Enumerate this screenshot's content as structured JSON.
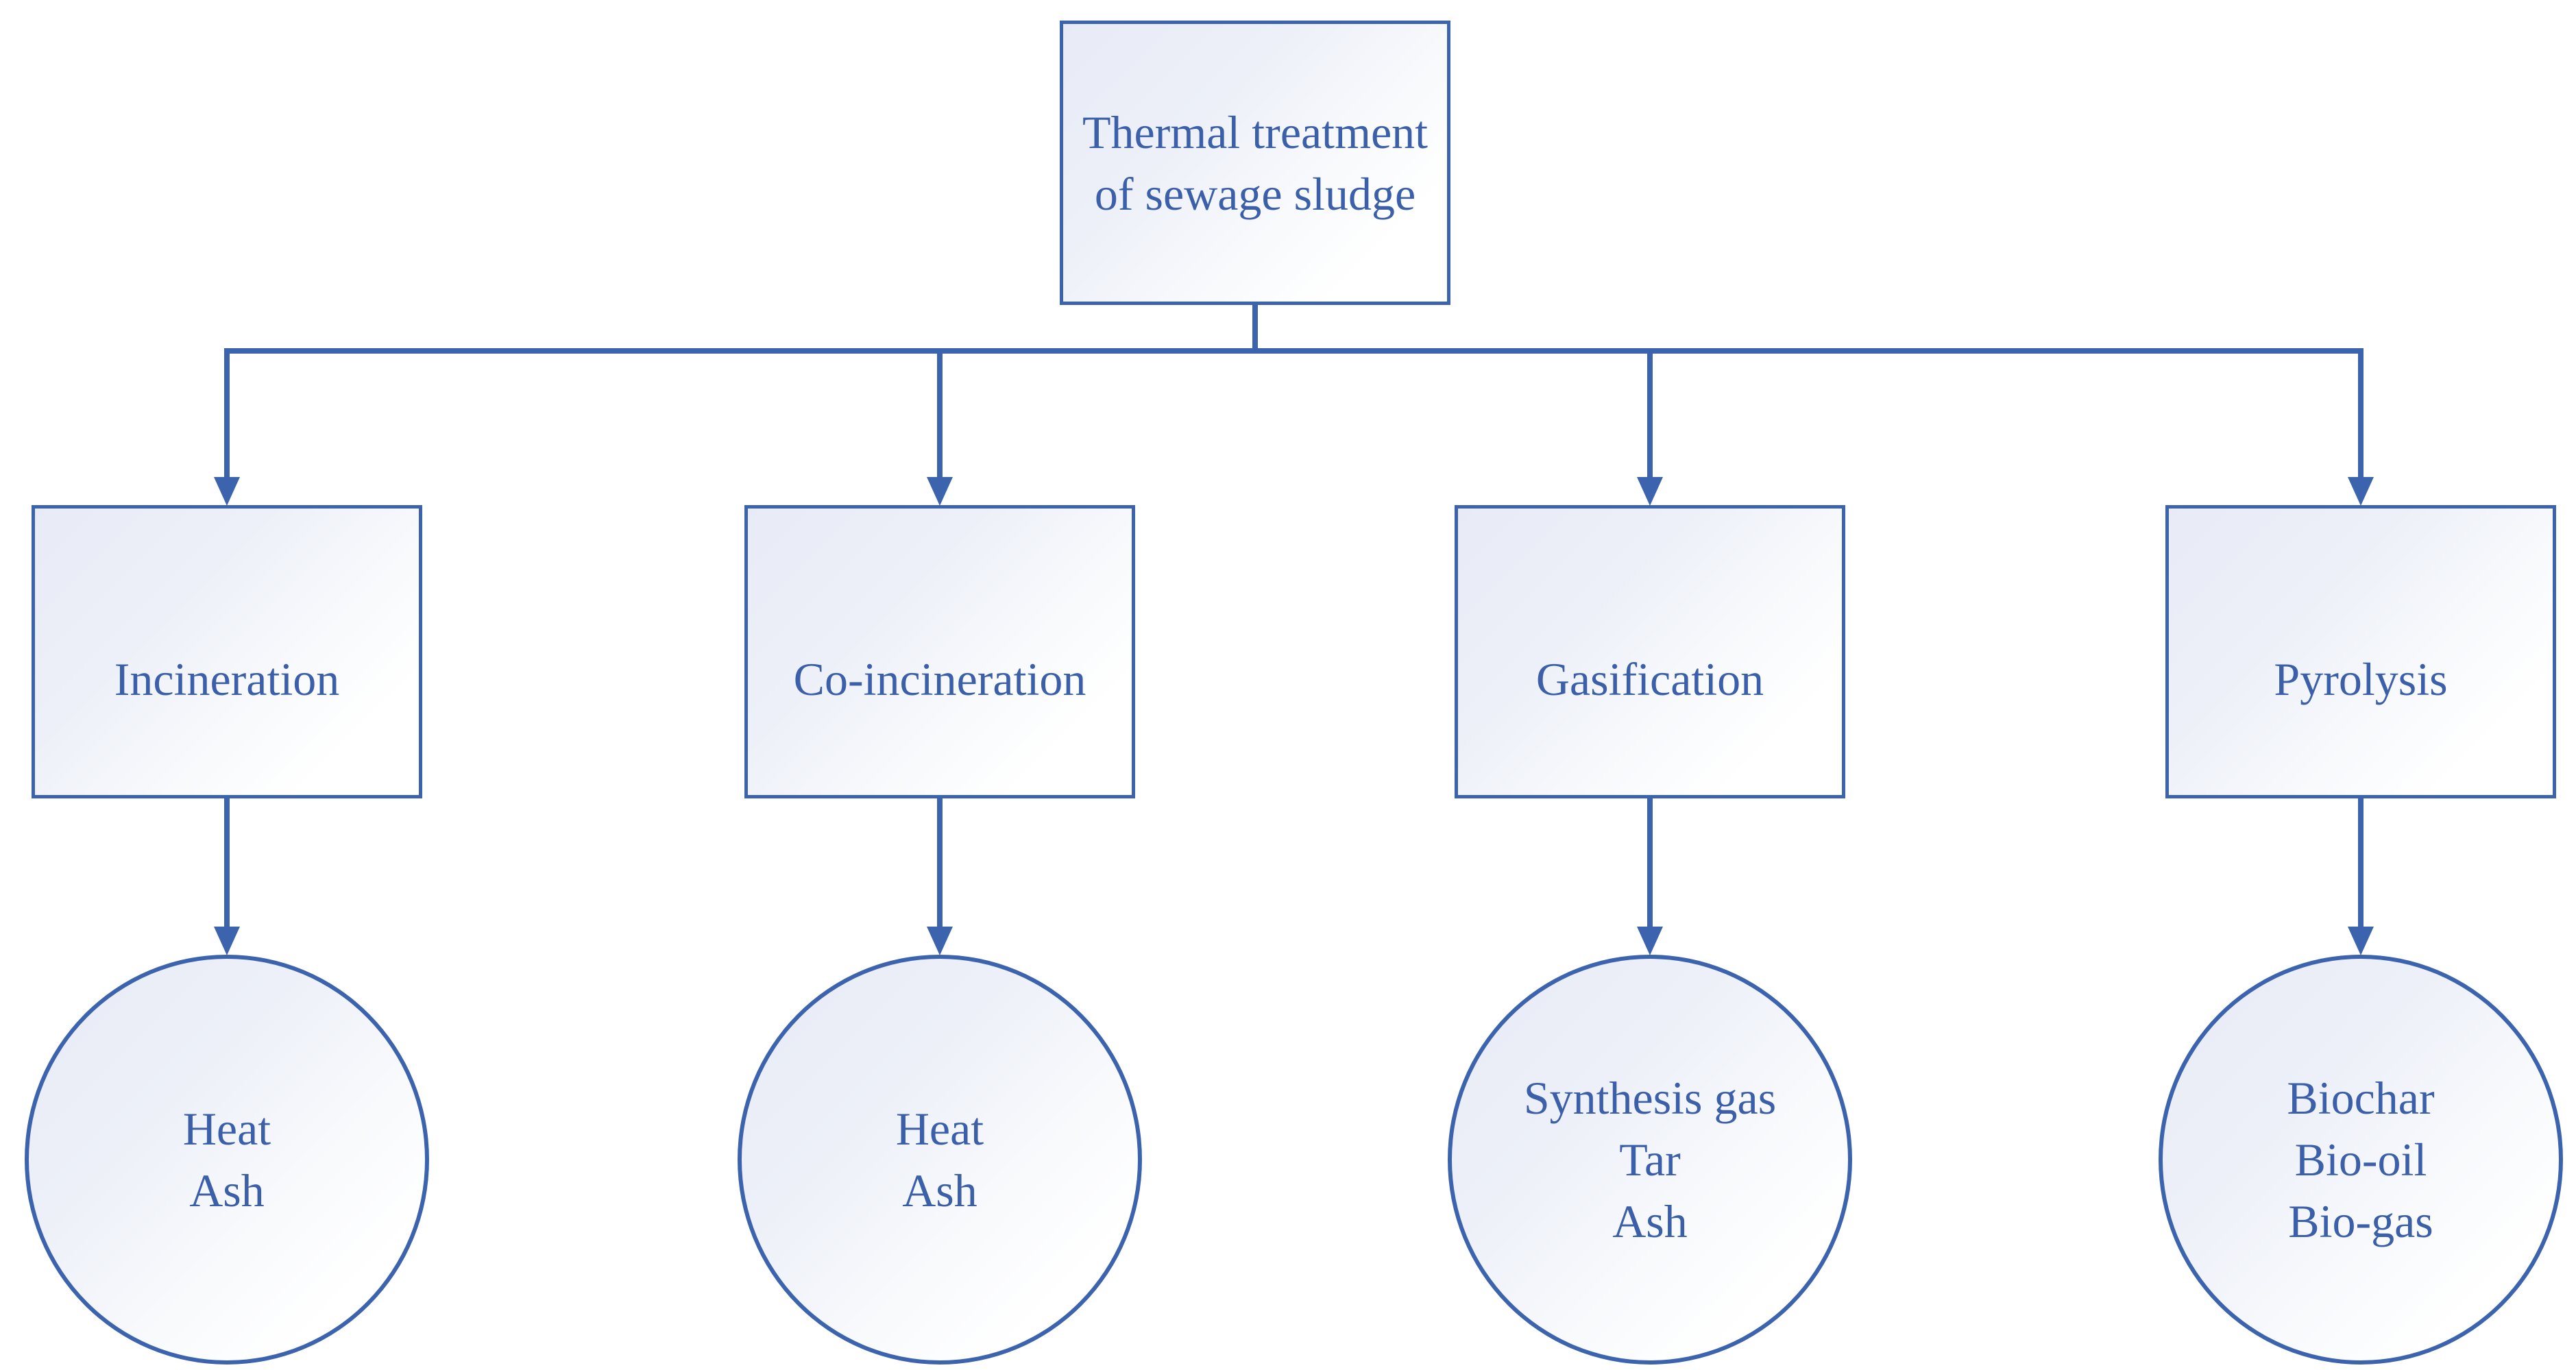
{
  "diagram": {
    "root": {
      "lines": [
        "Thermal treatment",
        "of sewage sludge"
      ]
    },
    "branches": [
      {
        "process": "Incineration",
        "outputs": [
          "Heat",
          "Ash"
        ]
      },
      {
        "process": "Co-incineration",
        "outputs": [
          "Heat",
          "Ash"
        ]
      },
      {
        "process": "Gasification",
        "outputs": [
          "Synthesis gas",
          "Tar",
          "Ash"
        ]
      },
      {
        "process": "Pyrolysis",
        "outputs": [
          "Biochar",
          "Bio-oil",
          "Bio-gas"
        ]
      }
    ],
    "colors": {
      "stroke": "#3c64ae",
      "text": "#3b60a9",
      "fill_top_left": "#e8ebf6",
      "fill_bottom_right": "#ffffff"
    }
  }
}
